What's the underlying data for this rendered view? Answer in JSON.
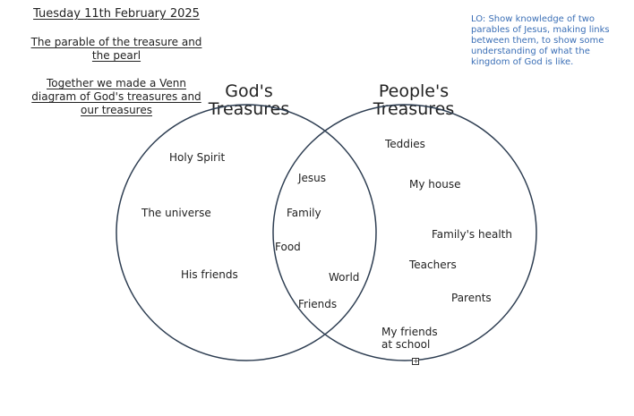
{
  "header": {
    "date": "Tuesday 11th February 2025",
    "title": "The parable of the treasure and the pearl",
    "subtitle": "Together we made a Venn diagram of God's treasures and our treasures"
  },
  "objective": "LO: Show knowledge of two parables of Jesus, making links between them, to show some understanding of what the kingdom of God is like.",
  "venn": {
    "left_title": "God's Treasures",
    "right_title": "People's Treasures",
    "left_only": [
      "Holy Spirit",
      "The universe",
      "His friends"
    ],
    "both": [
      "Jesus",
      "Family",
      "Food",
      "World",
      "Friends"
    ],
    "right_only": [
      "Teddies",
      "My house",
      "Family's health",
      "Teachers",
      "Parents",
      "My friends at school"
    ],
    "colors": {
      "circle_stroke": "#2e3e52",
      "objective_text": "#3b6fb6"
    }
  },
  "icons": {
    "resize_handle": "plus-square-icon",
    "handle_glyph": "+"
  }
}
